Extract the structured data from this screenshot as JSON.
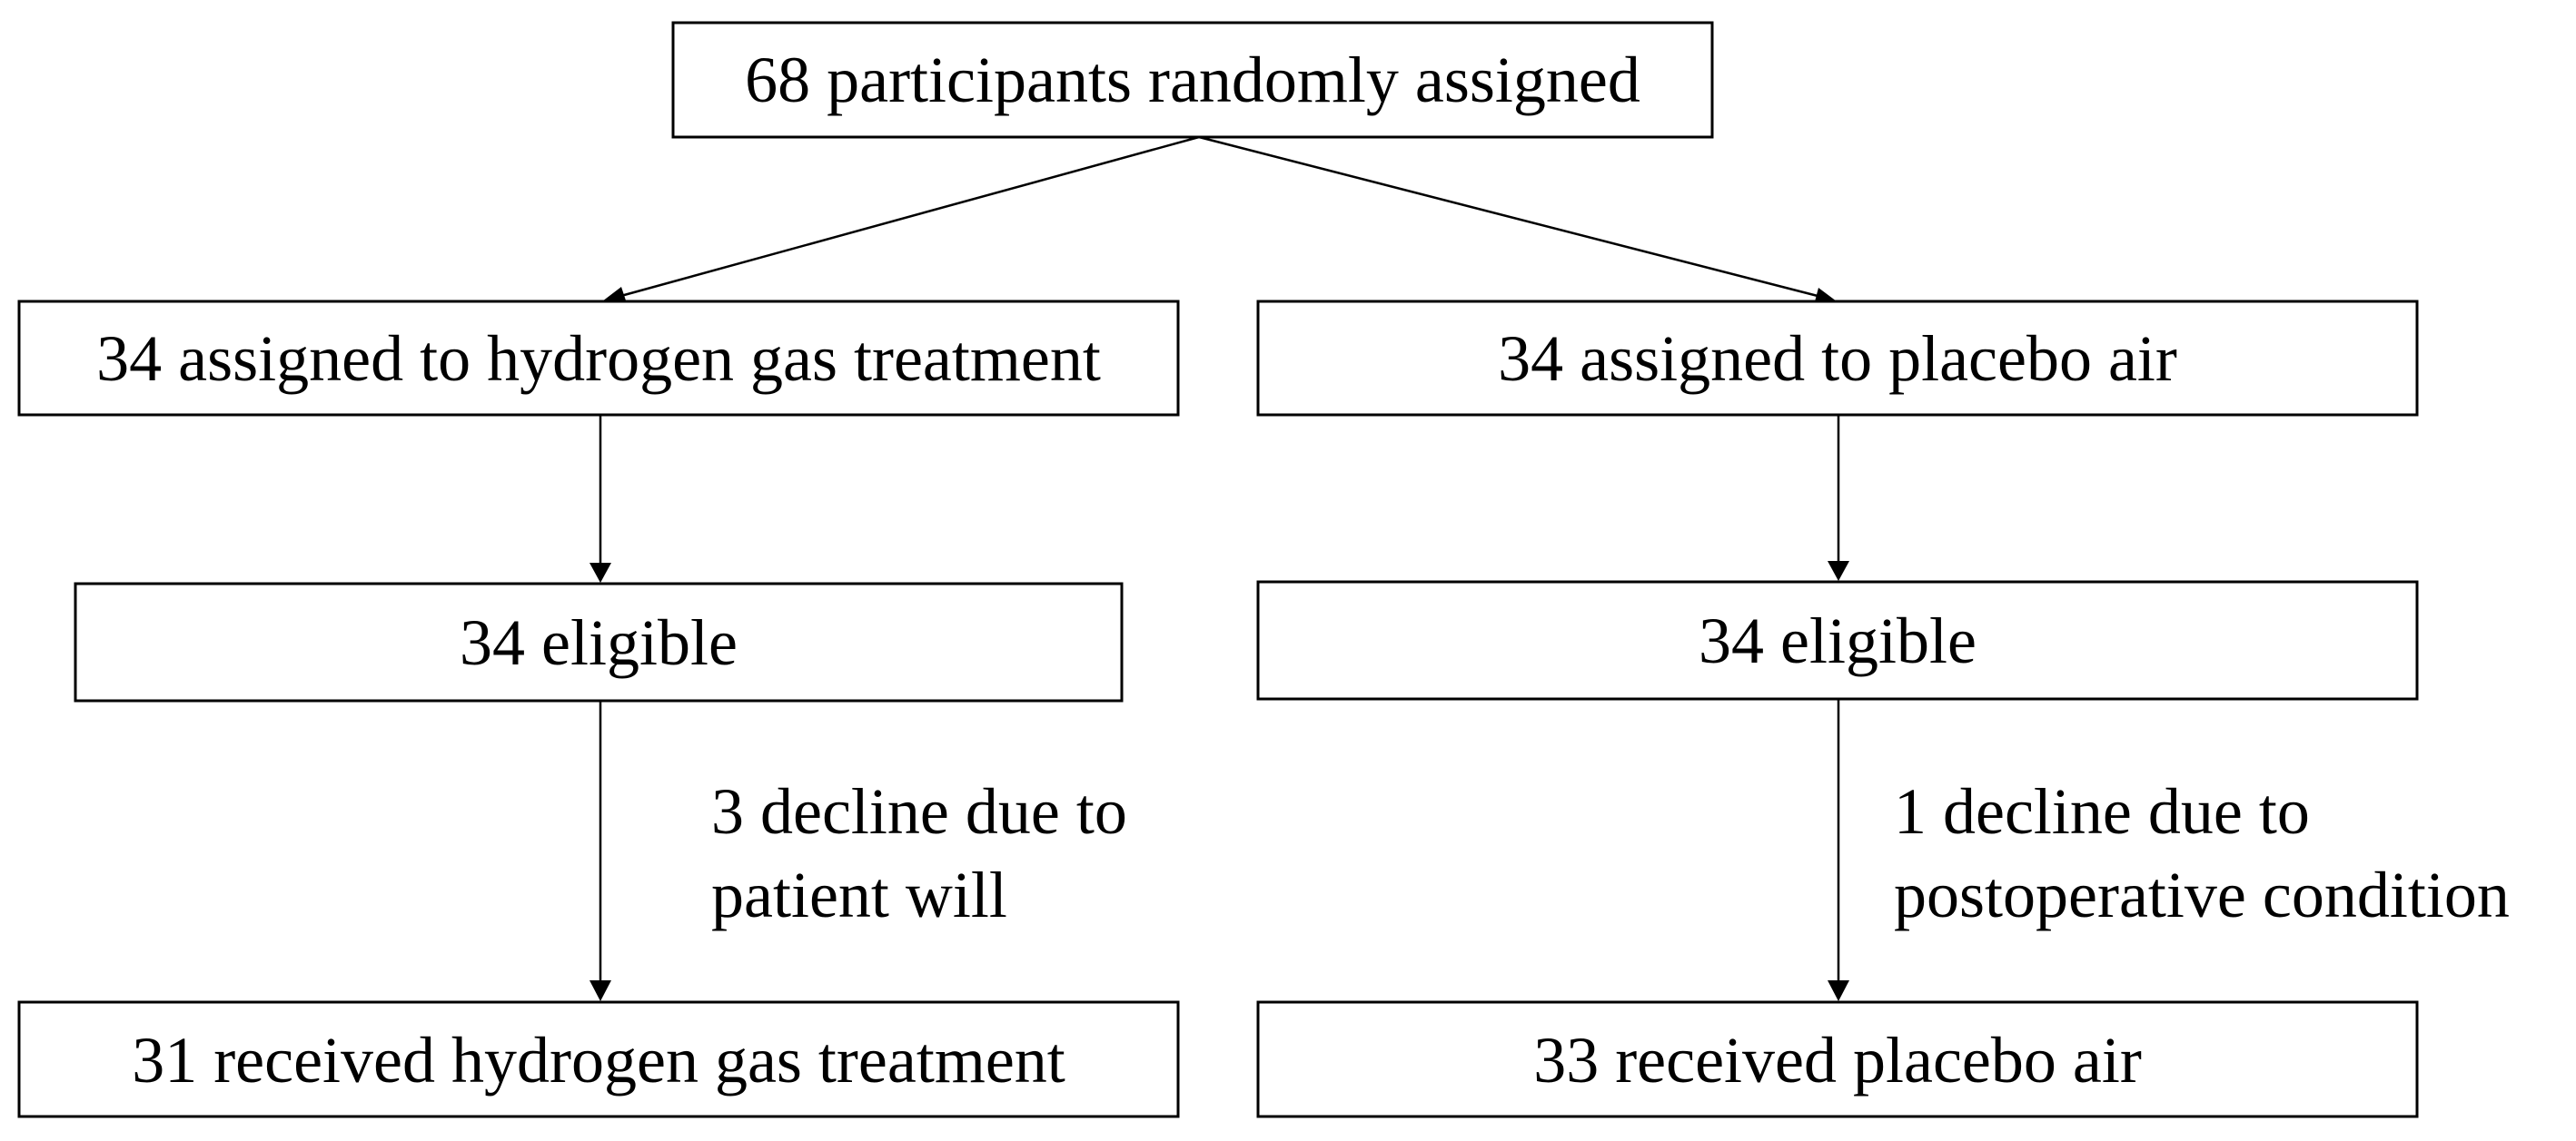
{
  "nodes": {
    "randomized": "68 participants randomly assigned",
    "hydrogen_assigned": "34 assigned to hydrogen gas treatment",
    "placebo_assigned": "34 assigned to placebo air",
    "hydrogen_eligible": "34 eligible",
    "placebo_eligible": "34 eligible",
    "hydrogen_received": "31 received hydrogen gas treatment",
    "placebo_received": "33 received placebo air"
  },
  "notes": {
    "hydrogen_decline": [
      "3 decline due to",
      "patient will"
    ],
    "placebo_decline": [
      "1 decline due to",
      "postoperative condition"
    ]
  },
  "colors": {
    "stroke": "#000000",
    "background": "#ffffff"
  }
}
